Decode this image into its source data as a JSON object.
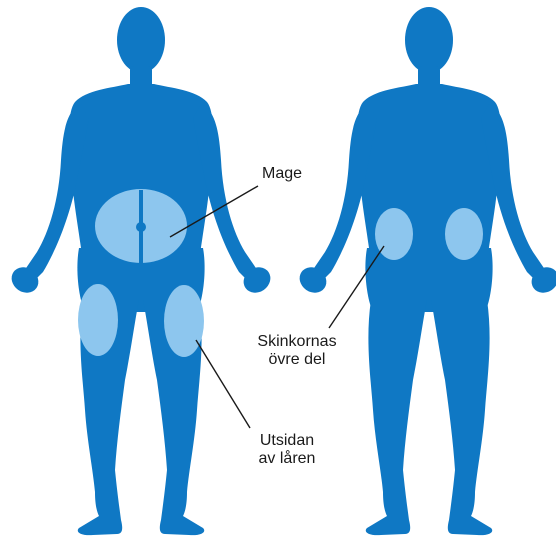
{
  "colors": {
    "body": "#0f78c4",
    "zone": "#8dc6ee",
    "leader": "#1a1a1a",
    "background": "#ffffff"
  },
  "figures": [
    {
      "view": "front",
      "zones": [
        "abdomen",
        "outer-thigh-left",
        "outer-thigh-right"
      ]
    },
    {
      "view": "back",
      "zones": [
        "buttock-left",
        "buttock-right"
      ]
    }
  ],
  "labels": {
    "mage": "Mage",
    "skinkornas_line1": "Skinkornas",
    "skinkornas_line2": "övre del",
    "utsidan_line1": "Utsidan",
    "utsidan_line2": "av låren"
  }
}
